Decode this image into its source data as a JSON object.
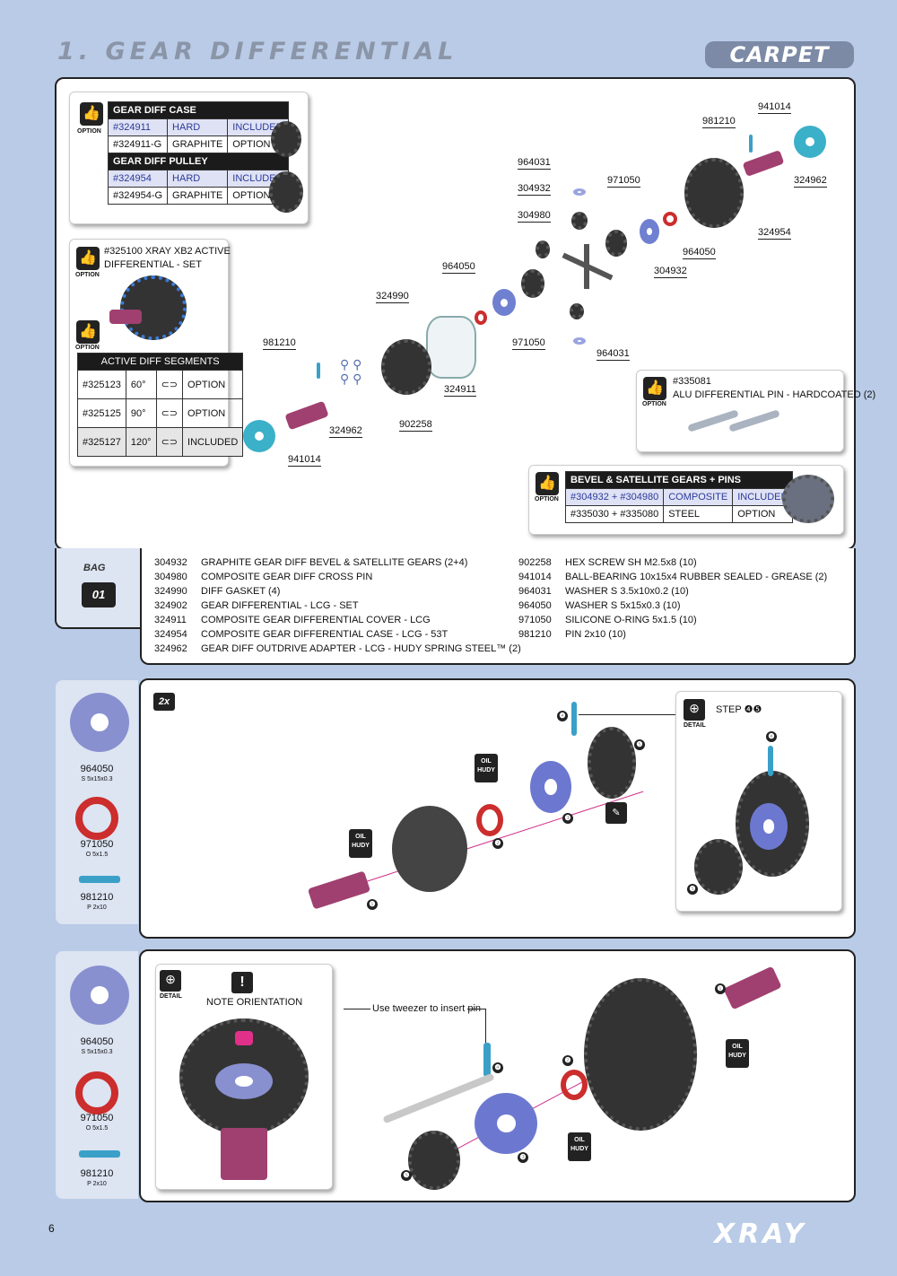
{
  "header": {
    "title": "1. GEAR DIFFERENTIAL",
    "badge": "CARPET"
  },
  "option_label": "OPTION",
  "gear_diff_table": {
    "title": "GEAR DIFF CASE",
    "rows": [
      [
        "#324911",
        "HARD",
        "INCLUDED"
      ],
      [
        "#324911-G",
        "GRAPHITE",
        "OPTION"
      ]
    ],
    "title2": "GEAR DIFF PULLEY",
    "rows2": [
      [
        "#324954",
        "HARD",
        "INCLUDED"
      ],
      [
        "#324954-G",
        "GRAPHITE",
        "OPTION"
      ]
    ]
  },
  "active_diff": {
    "line1": "#325100 XRAY XB2 ACTIVE",
    "line2": "DIFFERENTIAL - SET",
    "seg_title": "ACTIVE DIFF SEGMENTS",
    "rows": [
      [
        "#325123",
        "60°",
        "OPTION"
      ],
      [
        "#325125",
        "90°",
        "OPTION"
      ],
      [
        "#325127",
        "120°",
        "INCLUDED"
      ]
    ]
  },
  "alu_pin": {
    "line1": "#335081",
    "line2": "ALU DIFFERENTIAL PIN - HARDCOATED (2)"
  },
  "bevel_table": {
    "title": "BEVEL & SATELLITE GEARS + PINS",
    "rows": [
      [
        "#304932 + #304980",
        "COMPOSITE",
        "INCLUDED"
      ],
      [
        "#335030 + #335080",
        "STEEL",
        "OPTION"
      ]
    ]
  },
  "exploded_labels": {
    "l941014a": "941014",
    "l981210a": "981210",
    "l324962a": "324962",
    "l964031a": "964031",
    "l971050a": "971050",
    "l304932a": "304932",
    "l304980": "304980",
    "l324954": "324954",
    "l964050a": "964050",
    "l964050b": "964050",
    "l304932b": "304932",
    "l324990": "324990",
    "l971050b": "971050",
    "l964031b": "964031",
    "l981210b": "981210",
    "l324911": "324911",
    "l902258": "902258",
    "l324962b": "324962",
    "l941014b": "941014"
  },
  "bag": {
    "label": "BAG",
    "number": "01"
  },
  "parts_left": [
    [
      "304932",
      "GRAPHITE GEAR DIFF BEVEL & SATELLITE GEARS (2+4)"
    ],
    [
      "304980",
      "COMPOSITE GEAR DIFF CROSS PIN"
    ],
    [
      "324990",
      "DIFF GASKET (4)"
    ],
    [
      "324902",
      "GEAR DIFFERENTIAL - LCG - SET"
    ],
    [
      "324911",
      "COMPOSITE GEAR DIFFERENTIAL COVER - LCG"
    ],
    [
      "324954",
      "COMPOSITE GEAR DIFFERENTIAL CASE - LCG - 53T"
    ],
    [
      "324962",
      "GEAR DIFF OUTDRIVE ADAPTER - LCG - HUDY SPRING STEEL™ (2)"
    ]
  ],
  "parts_right": [
    [
      "902258",
      "HEX SCREW SH M2.5x8  (10)"
    ],
    [
      "941014",
      "BALL-BEARING 10x15x4 RUBBER SEALED - GREASE (2)"
    ],
    [
      "964031",
      "WASHER S 3.5x10x0.2  (10)"
    ],
    [
      "964050",
      "WASHER S 5x15x0.3  (10)"
    ],
    [
      "971050",
      "SILICONE O-RING 5x1.5  (10)"
    ],
    [
      "981210",
      "PIN 2x10  (10)"
    ]
  ],
  "side_parts": [
    {
      "code": "964050",
      "sub": "S 5x15x0.3"
    },
    {
      "code": "971050",
      "sub": "O 5x1.5"
    },
    {
      "code": "981210",
      "sub": "P 2x10"
    }
  ],
  "step1": {
    "qty": "2x",
    "detail_label": "STEP ❹❺",
    "detail": "DETAIL",
    "oil": "OIL",
    "hudy": "HUDY",
    "nums": [
      "❶",
      "❷",
      "❸",
      "❹",
      "❺",
      "❹",
      "❺"
    ]
  },
  "step2": {
    "note": "NOTE ORIENTATION",
    "tweezer": "Use tweezer to insert pin",
    "detail": "DETAIL",
    "oil": "OIL",
    "hudy": "HUDY",
    "nums": [
      "❶",
      "❷",
      "❸",
      "❹",
      "❺"
    ]
  },
  "footer": {
    "page": "6",
    "brand": "XRAY"
  }
}
